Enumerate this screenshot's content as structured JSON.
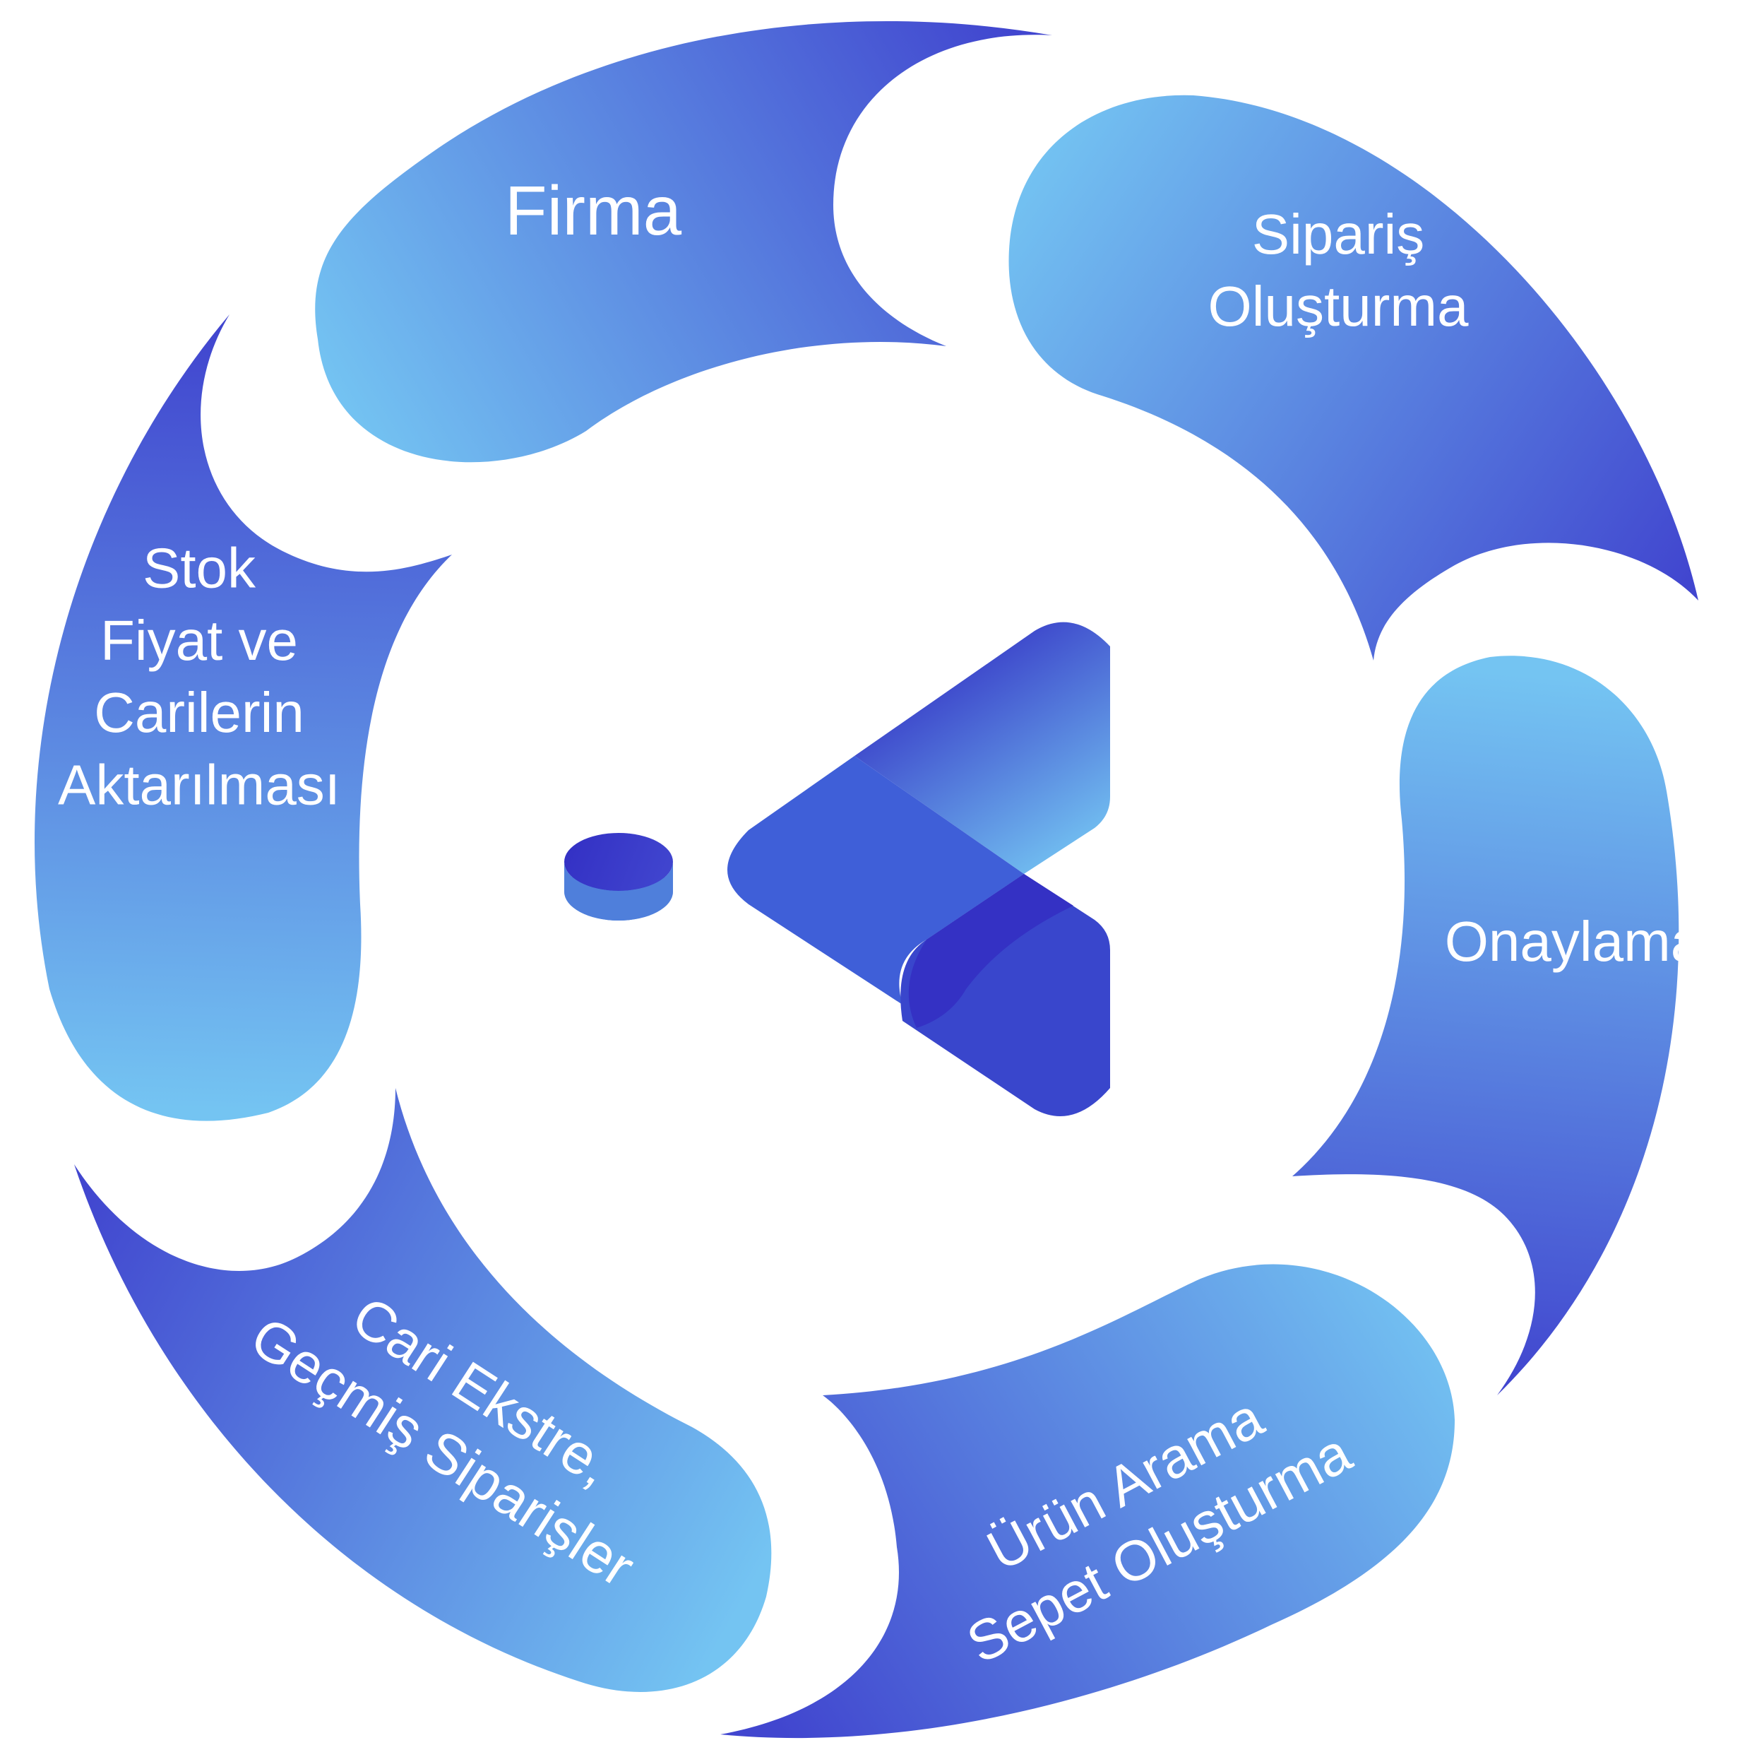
{
  "diagram": {
    "kind": "cycle",
    "colors": {
      "light": "#74C4F2",
      "dark": "#4146CF",
      "logo_mid": "#3F5FD8",
      "logo_deep": "#3330C4"
    },
    "segments": [
      {
        "lines": [
          "Firma"
        ]
      },
      {
        "lines": [
          "Sipariş",
          "Oluşturma"
        ]
      },
      {
        "lines": [
          "Onaylama"
        ]
      },
      {
        "lines": [
          "Ürün Arama",
          "Sepet Oluşturma"
        ]
      },
      {
        "lines": [
          "Cari Ekstre,",
          "Geçmiş Siparişler"
        ]
      },
      {
        "lines": [
          "Stok",
          "Fiyat ve",
          "Carilerin",
          "Aktarılması"
        ]
      }
    ],
    "logo": {
      "icon": "play-back-logo-icon"
    }
  }
}
